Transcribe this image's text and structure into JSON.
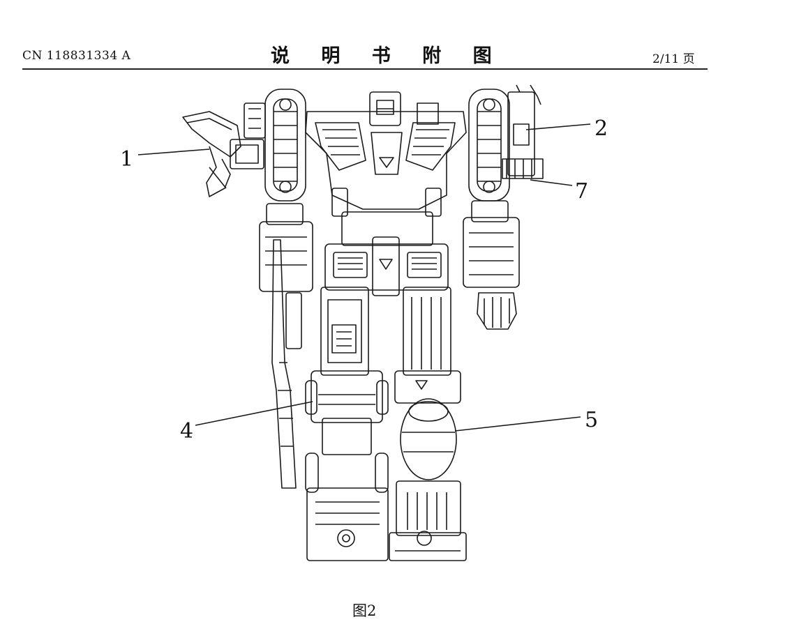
{
  "header": {
    "publication_number": "CN 118831334 A",
    "section_title": "说 明 书 附 图",
    "page_indicator": "2/11 页"
  },
  "figure": {
    "reference_labels": {
      "label_1": "1",
      "label_2": "2",
      "label_7": "7",
      "label_4": "4",
      "label_5": "5"
    },
    "caption": "图2"
  }
}
